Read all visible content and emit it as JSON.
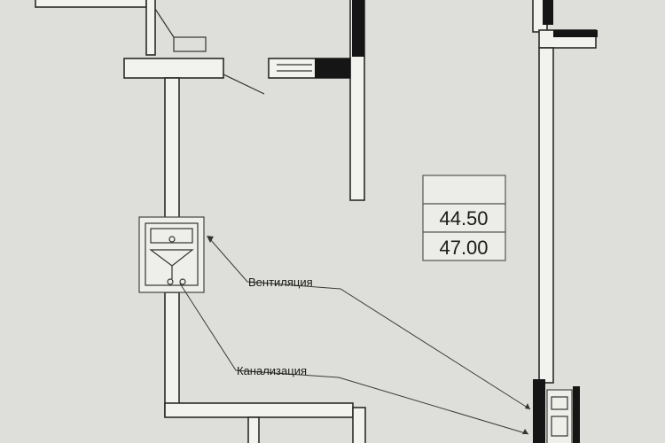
{
  "areas": {
    "living": "44.50",
    "total": "47.00"
  },
  "labels": {
    "ventilation": "Вентиляция",
    "sewage": "Канализация"
  }
}
